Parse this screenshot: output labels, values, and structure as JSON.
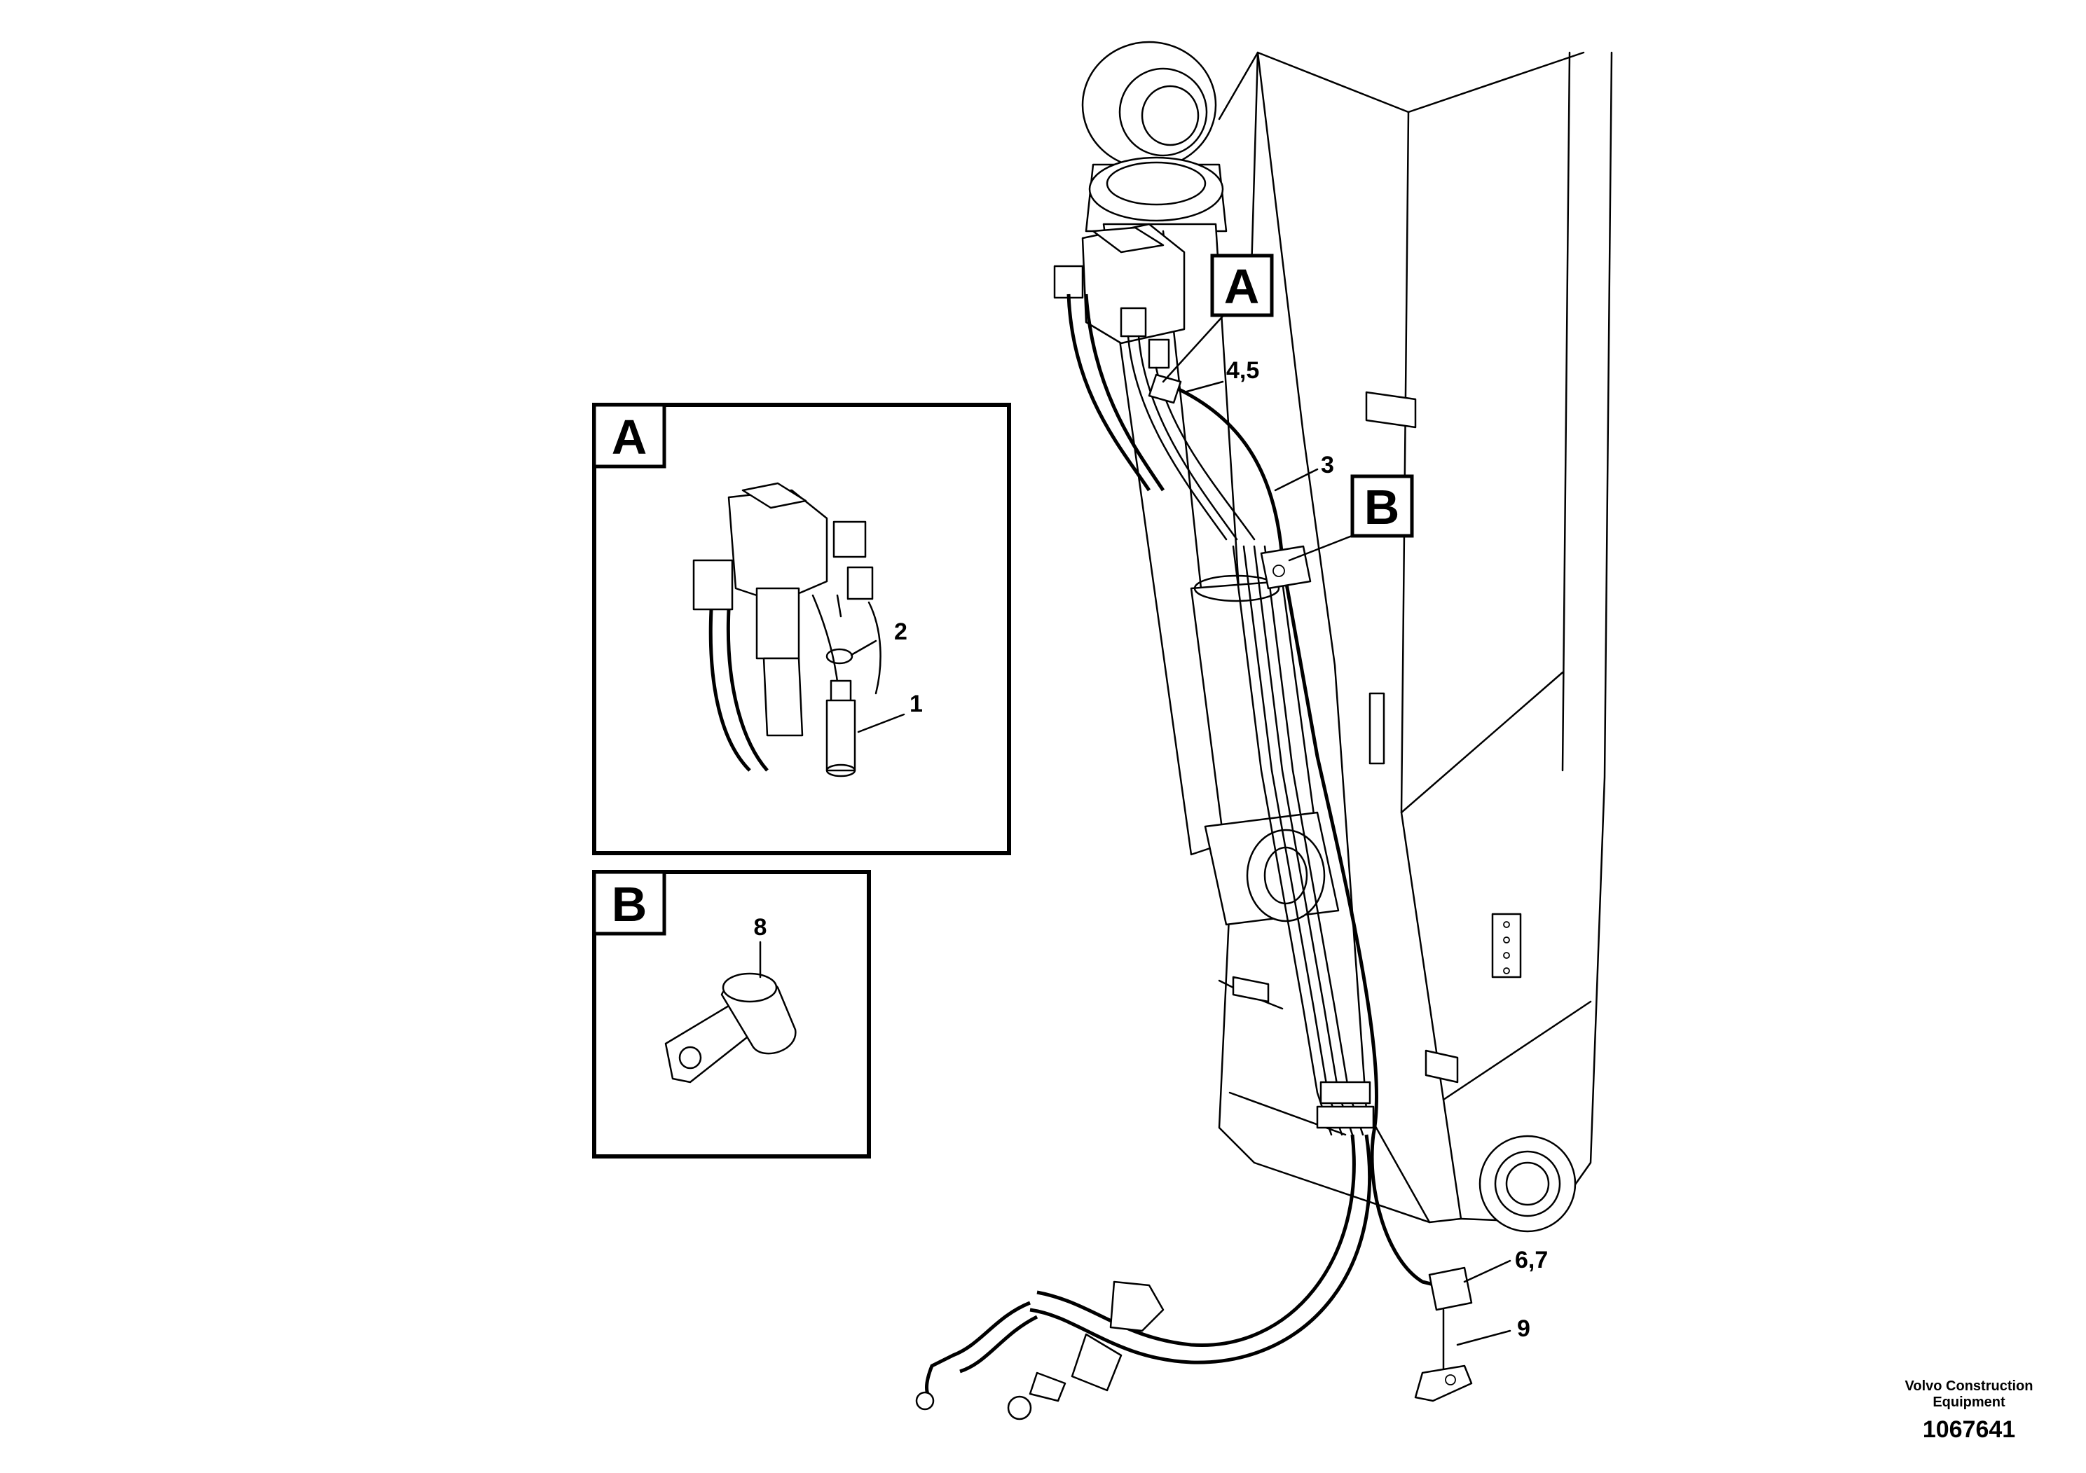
{
  "views": [
    {
      "letter": "A",
      "callouts": [
        "1",
        "2"
      ]
    },
    {
      "letter": "B",
      "callouts": [
        "8"
      ]
    }
  ],
  "main_tags": [
    "A",
    "B"
  ],
  "main_callouts": [
    "4,5",
    "3",
    "6,7",
    "9"
  ],
  "footer": {
    "brand_line1": "Volvo Construction",
    "brand_line2": "Equipment",
    "doc_number": "1067641"
  }
}
